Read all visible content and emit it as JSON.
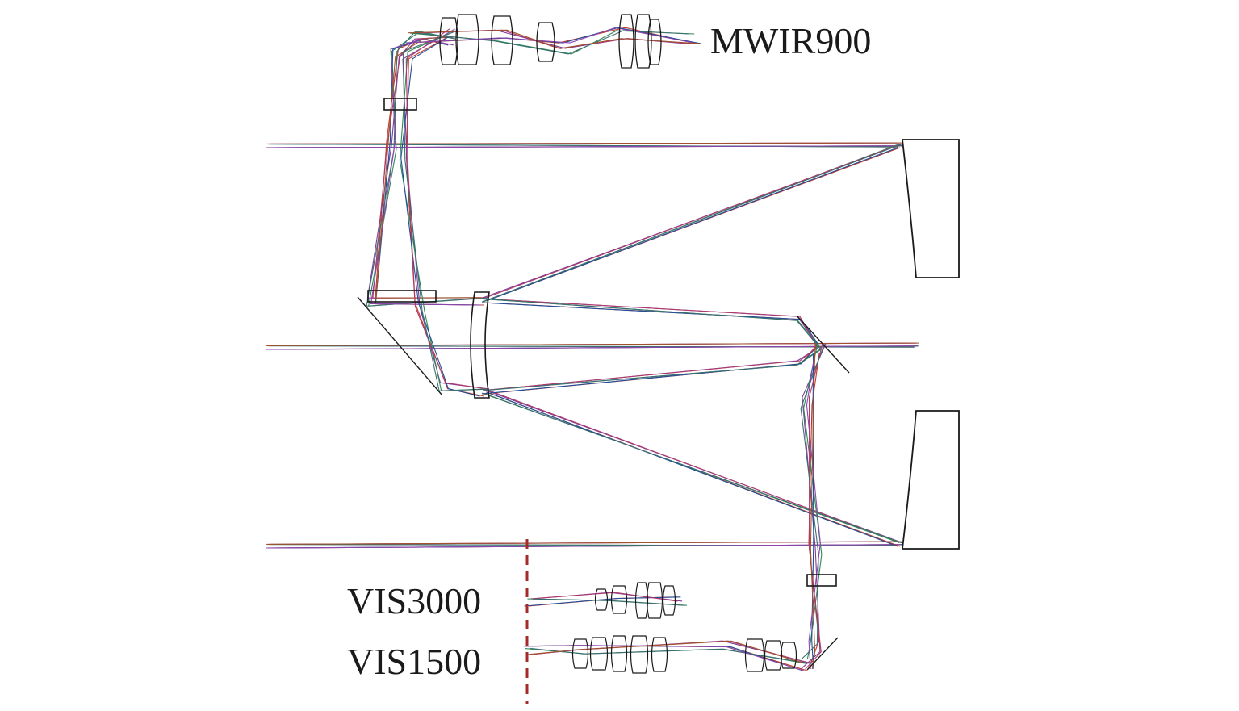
{
  "labels": {
    "mwir": "MWIR900",
    "vis3000": "VIS3000",
    "vis1500": "VIS1500"
  },
  "colors": {
    "outline": "#1a1a1a",
    "divider": "#a52a2a",
    "rays": [
      "#c0392b",
      "#7d3c98",
      "#2e8b57",
      "#1f4e9a",
      "#b03a6a",
      "#3c6e71",
      "#8e44ad",
      "#a0522d"
    ]
  }
}
